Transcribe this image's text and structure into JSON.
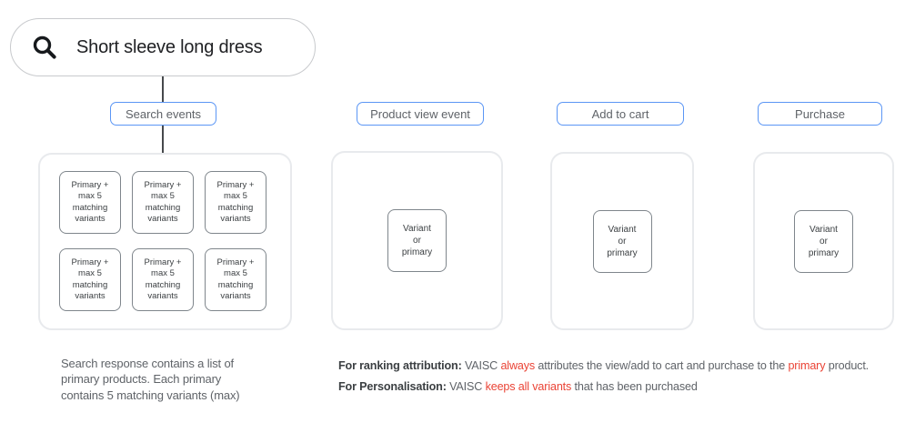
{
  "search_bar": {
    "query": "Short sleeve long dress",
    "icon": "search-icon"
  },
  "columns": {
    "search": {
      "label": "Search events",
      "cards": [
        "Primary +\nmax 5\nmatching\nvariants",
        "Primary +\nmax 5\nmatching\nvariants",
        "Primary +\nmax 5\nmatching\nvariants",
        "Primary +\nmax 5\nmatching\nvariants",
        "Primary +\nmax 5\nmatching\nvariants",
        "Primary +\nmax 5\nmatching\nvariants"
      ]
    },
    "product_view": {
      "label": "Product view event",
      "card": "Variant\nor\nprimary"
    },
    "add_to_cart": {
      "label": "Add to cart",
      "card": "Variant\nor\nprimary"
    },
    "purchase": {
      "label": "Purchase",
      "card": "Variant\nor\nprimary"
    }
  },
  "notes": {
    "search_note": "Search response contains a list of\nprimary products. Each primary\ncontains 5 matching variants (max)",
    "ranking": {
      "bold": "For ranking attribution:",
      "t1": " VAISC ",
      "red1": "always",
      "t2": " attributes the view/add to cart and purchase to the ",
      "red2": "primary",
      "t3": " product."
    },
    "personalisation": {
      "bold": "For Personalisation:",
      "t1": " VAISC ",
      "red1": "keeps all variants",
      "t2": " that has been purchased"
    }
  },
  "colors": {
    "accent_blue": "#5b96f5",
    "alert_red": "#ea4335",
    "container_gray": "#e8eaed",
    "card_border_gray": "#7f868c",
    "text_dark": "#202124",
    "text_gray": "#5f6368"
  }
}
